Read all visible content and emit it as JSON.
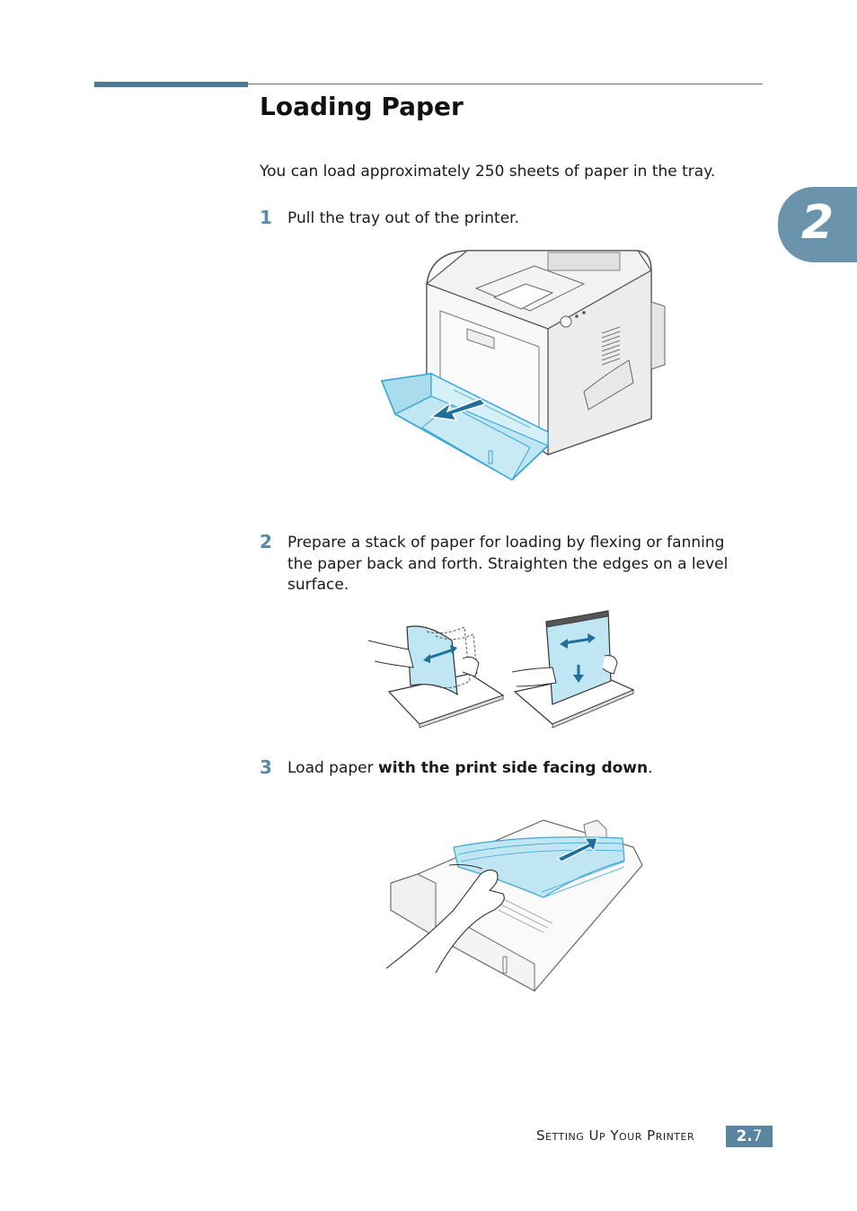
{
  "section": {
    "title": "Loading Paper",
    "intro": "You can load approximately 250 sheets of paper in the tray."
  },
  "chapter_tab": {
    "number": "2"
  },
  "steps": [
    {
      "number": "1",
      "text": "Pull the tray out of the printer."
    },
    {
      "number": "2",
      "line1": "Prepare a stack of paper for loading by flexing or fanning",
      "line2": "the paper back and forth. Straighten the edges on a level",
      "line3": "surface."
    },
    {
      "number": "3",
      "prefix": "Load paper ",
      "emphasis": "with the print side facing down",
      "suffix": "."
    }
  ],
  "footer": {
    "label": "Setting Up Your Printer",
    "page_major": "2.",
    "page_minor": "7"
  },
  "colors": {
    "accent": "#4f7a94",
    "tray_blue": "#bfe6f2",
    "arrow_blue": "#1f6f9a"
  }
}
